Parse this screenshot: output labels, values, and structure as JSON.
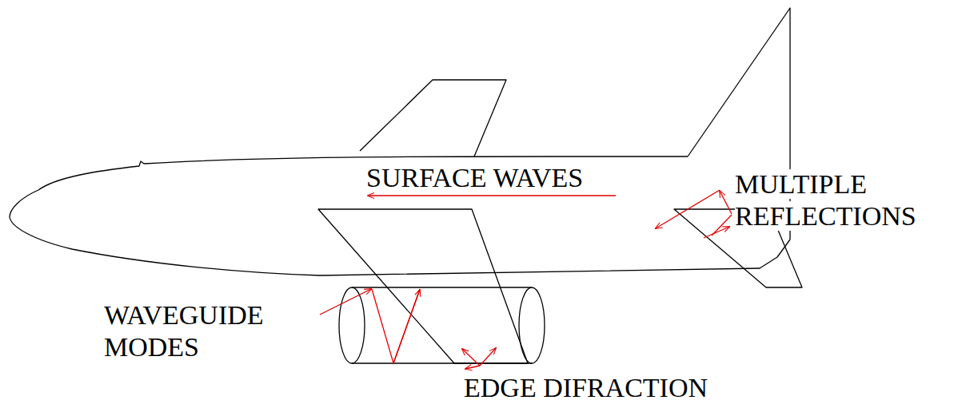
{
  "diagram": {
    "labels": [
      "SURFACE WAVES",
      "MULTIPLE REFLECTIONS",
      "WAVEGUIDE MODES",
      "EDGE DIFRACTION"
    ]
  }
}
